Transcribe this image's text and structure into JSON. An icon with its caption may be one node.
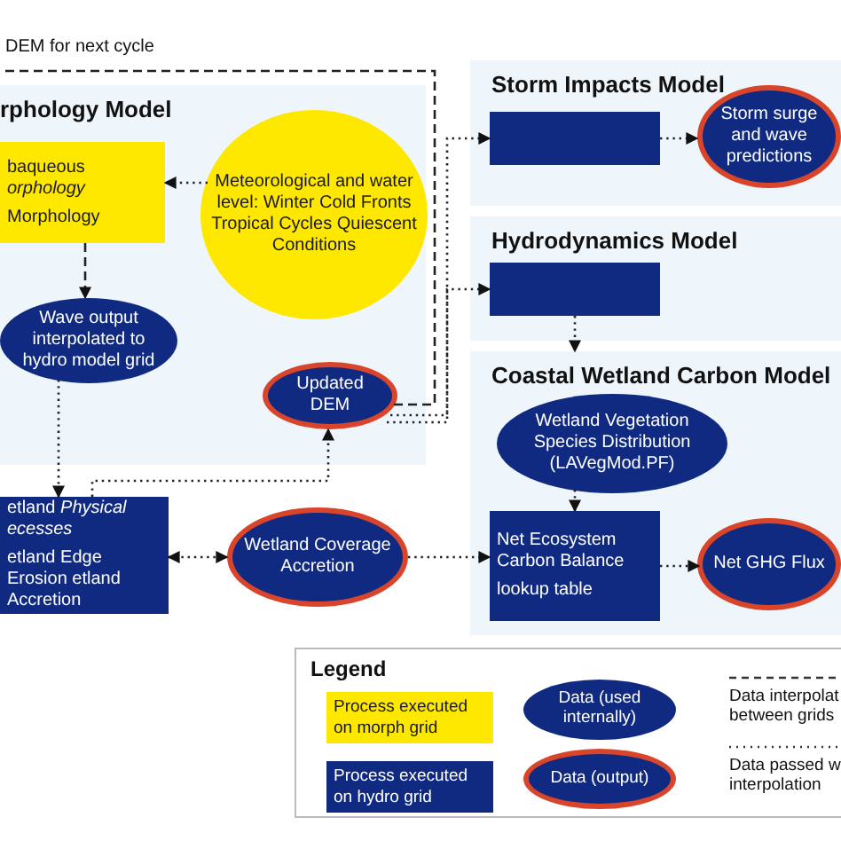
{
  "diagram": {
    "nodes": [
      {
        "text": [
          "rphology Model"
        ]
      },
      {
        "text": [
          "baqueous *orphology*",
          "Morphology"
        ],
        "in": 0
      },
      {
        "text": [
          "Meteorological and water level: Winter Cold Fronts Tropical Cycles Quiescent Conditions"
        ],
        "in": 0
      },
      {
        "text": [
          "Wave output interpolated to hydro model grid"
        ],
        "in": 0
      },
      {
        "text": [
          "Updated DEM"
        ],
        "in": 0
      },
      {
        "text": [
          "etland *Physical ecesses*",
          "etland Edge Erosion etland Accretion"
        ]
      },
      {
        "text": [
          "Wetland Coverage Accretion"
        ]
      },
      {
        "text": [
          "Storm Impacts Model"
        ]
      },
      {
        "text": [],
        "shape": "box",
        "in": 7
      },
      {
        "text": [
          "Storm surge and wave predictions"
        ],
        "in": 7
      },
      {
        "text": [
          "Hydrodynamics Model"
        ]
      },
      {
        "text": [],
        "shape": "box",
        "in": 10
      },
      {
        "text": [
          "Coastal Wetland Carbon Model"
        ]
      },
      {
        "text": [
          "Wetland Vegetation Species Distribution (LAVegMod.PF)"
        ],
        "in": 12
      },
      {
        "text": [
          "Net Ecosystem Carbon Balance",
          "lookup table"
        ],
        "in": 12
      },
      {
        "text": [
          "Net GHG Flux"
        ],
        "in": 12
      }
    ],
    "edges": [
      {
        "from": 2,
        "to": 1,
        "arrow": "to"
      },
      {
        "from": 1,
        "to": 3,
        "arrow": "to",
        "style": "dashed"
      },
      {
        "from": 3,
        "to": 5,
        "arrow": "to"
      },
      {
        "from": 5,
        "to": 4,
        "arrow": "to"
      },
      {
        "from": 5,
        "to": 6,
        "arrow": "both"
      },
      {
        "from": 6,
        "to": 14,
        "arrow": "to"
      },
      {
        "from": 4,
        "to": 8,
        "arrow": "to"
      },
      {
        "from": 4,
        "to": 11,
        "arrow": "to"
      },
      {
        "from": 8,
        "to": 9,
        "arrow": "to"
      },
      {
        "from": 11,
        "to": 12,
        "arrow": "to"
      },
      {
        "from": 13,
        "to": 14,
        "arrow": "to"
      },
      {
        "from": 14,
        "to": 15,
        "arrow": "to"
      },
      {
        "from": 4,
        "to": null,
        "arrow": "none",
        "style": "dashed",
        "label": "DEM for next cycle"
      }
    ],
    "labels": [
      "Legend"
    ],
    "legend": [
      {
        "text": "Process executed on morph grid",
        "color": "#ffe800"
      },
      {
        "text": "Process executed on hydro grid",
        "color": "#0f2a80"
      },
      {
        "text": "Data (used internally)"
      },
      {
        "text": "Data (output)"
      },
      {
        "text": "Data interpolat between grids"
      },
      {
        "text": "Data passed w interpolation"
      }
    ]
  }
}
